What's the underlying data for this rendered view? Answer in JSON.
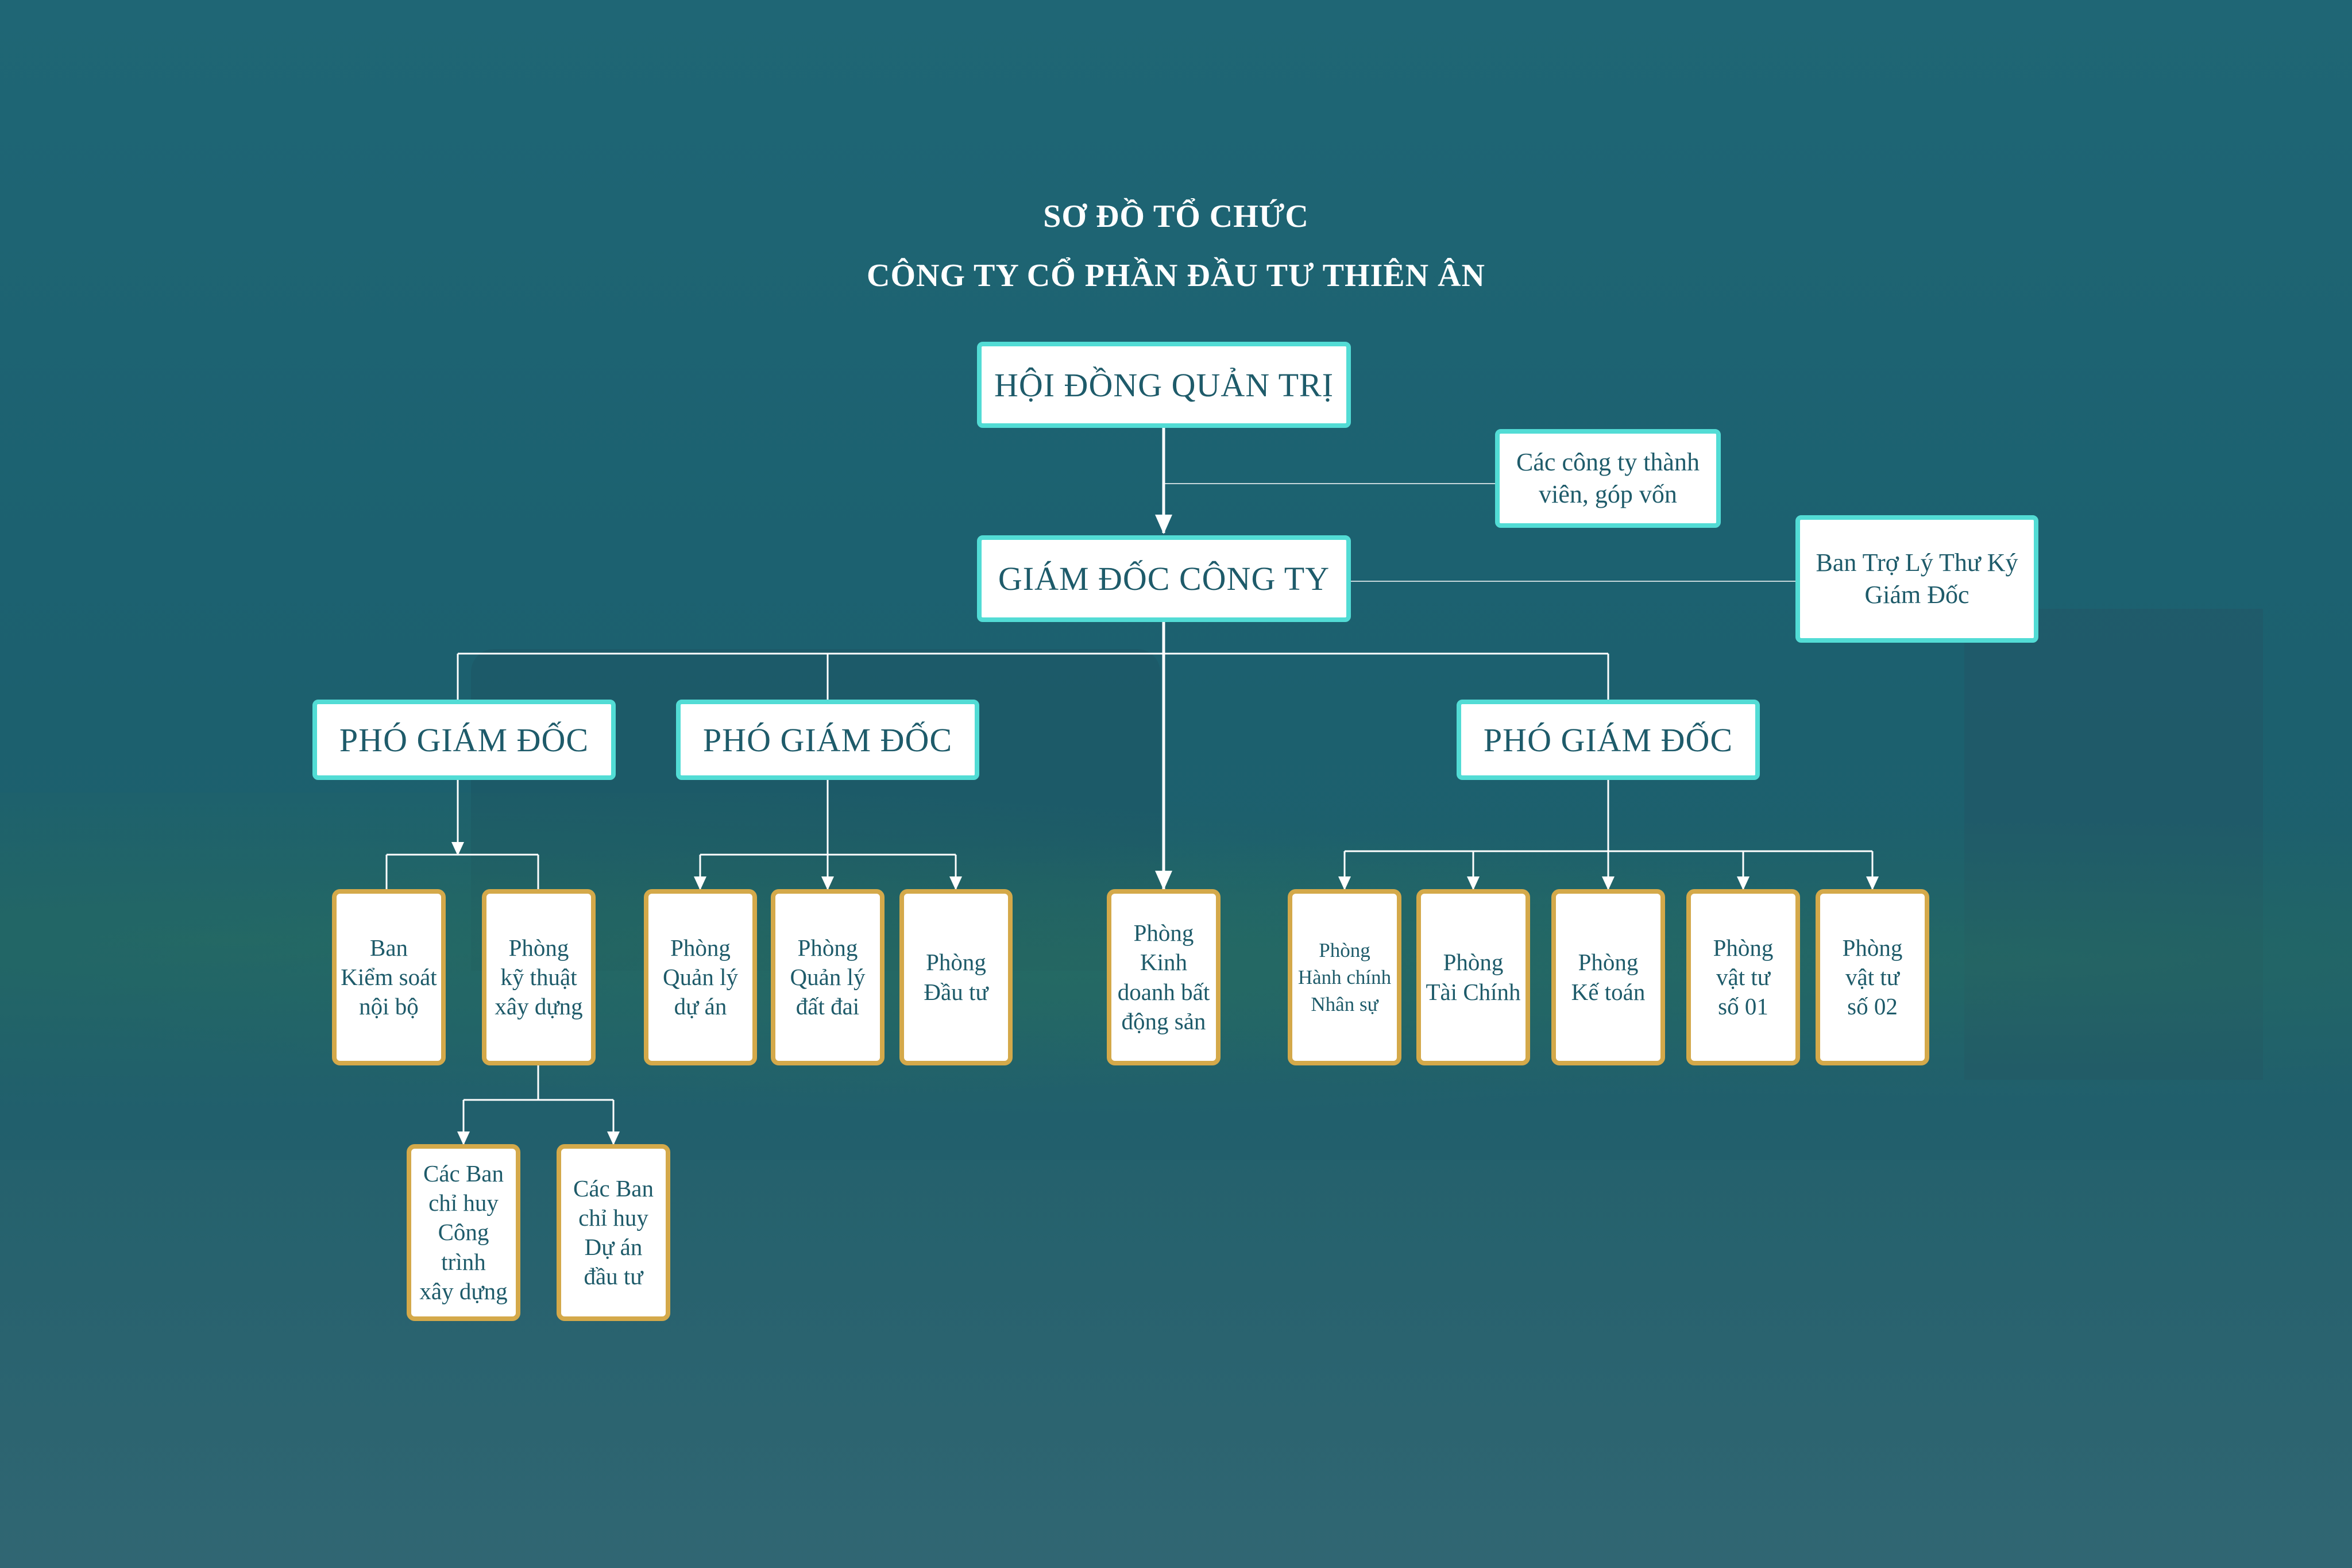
{
  "title": {
    "line1": "SƠ ĐỒ TỔ CHỨC",
    "line2": "CÔNG TY CỔ PHẦN ĐẦU TƯ THIÊN ÂN"
  },
  "nodes": {
    "hdqt": "HỘI ĐỒNG QUẢN TRỊ",
    "gdct": "GIÁM ĐỐC CÔNG TY",
    "cong_ty_thanh_vien": "Các công ty thành\nviên, góp vốn",
    "ban_tro_ly": "Ban Trợ Lý Thư Ký\nGiám Đốc",
    "pgd_1": "PHÓ GIÁM ĐỐC",
    "pgd_2": "PHÓ GIÁM ĐỐC",
    "pgd_3": "PHÓ GIÁM ĐỐC",
    "ban_kiem_soat": "Ban\nKiểm soát\nnội bộ",
    "phong_ky_thuat": "Phòng\nkỹ thuật\nxây dựng",
    "ban_chi_huy_ct": "Các Ban\nchỉ huy\nCông trình\nxây dựng",
    "ban_chi_huy_da": "Các Ban\nchỉ huy\nDự án\nđầu tư",
    "phong_qlda": "Phòng\nQuản lý\ndự án",
    "phong_qldd": "Phòng\nQuản lý\nđất đai",
    "phong_dau_tu": "Phòng\nĐầu tư",
    "phong_kinh_doanh": "Phòng\nKinh\ndoanh bất\nđộng sản",
    "phong_hcns": "Phòng\nHành chính\nNhân sự",
    "phong_tai_chinh": "Phòng\nTài Chính",
    "phong_ke_toan": "Phòng\nKế toán",
    "phong_vat_tu_01": "Phòng\nvật tư\nsố 01",
    "phong_vat_tu_02": "Phòng\nvật tư\nsố 02"
  },
  "colors": {
    "background": "#1f6675",
    "top_border": "#52dcd5",
    "unit_border": "#d4a94a",
    "box_text": "#1e5b6a",
    "connector": "#ffffff"
  }
}
